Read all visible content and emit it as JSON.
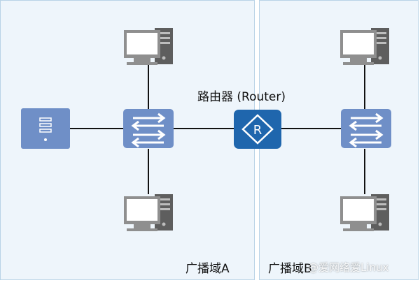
{
  "router": {
    "label": "路由器 (Router)",
    "glyph": "R"
  },
  "domains": [
    {
      "label": "广播域A"
    },
    {
      "label": "广播域B"
    }
  ],
  "watermark": "@爱网络爱Linux",
  "icons": {
    "pc": "pc-icon",
    "server": "server-icon",
    "switch": "switch-icon",
    "router": "router-icon"
  },
  "colors": {
    "panel_bg": "#eef5fb",
    "panel_border": "#b9d3e6",
    "switch": "#6f8fc7",
    "router": "#1f66ad",
    "server": "#6f8fc7",
    "pc": "#888888",
    "link": "#111111"
  }
}
